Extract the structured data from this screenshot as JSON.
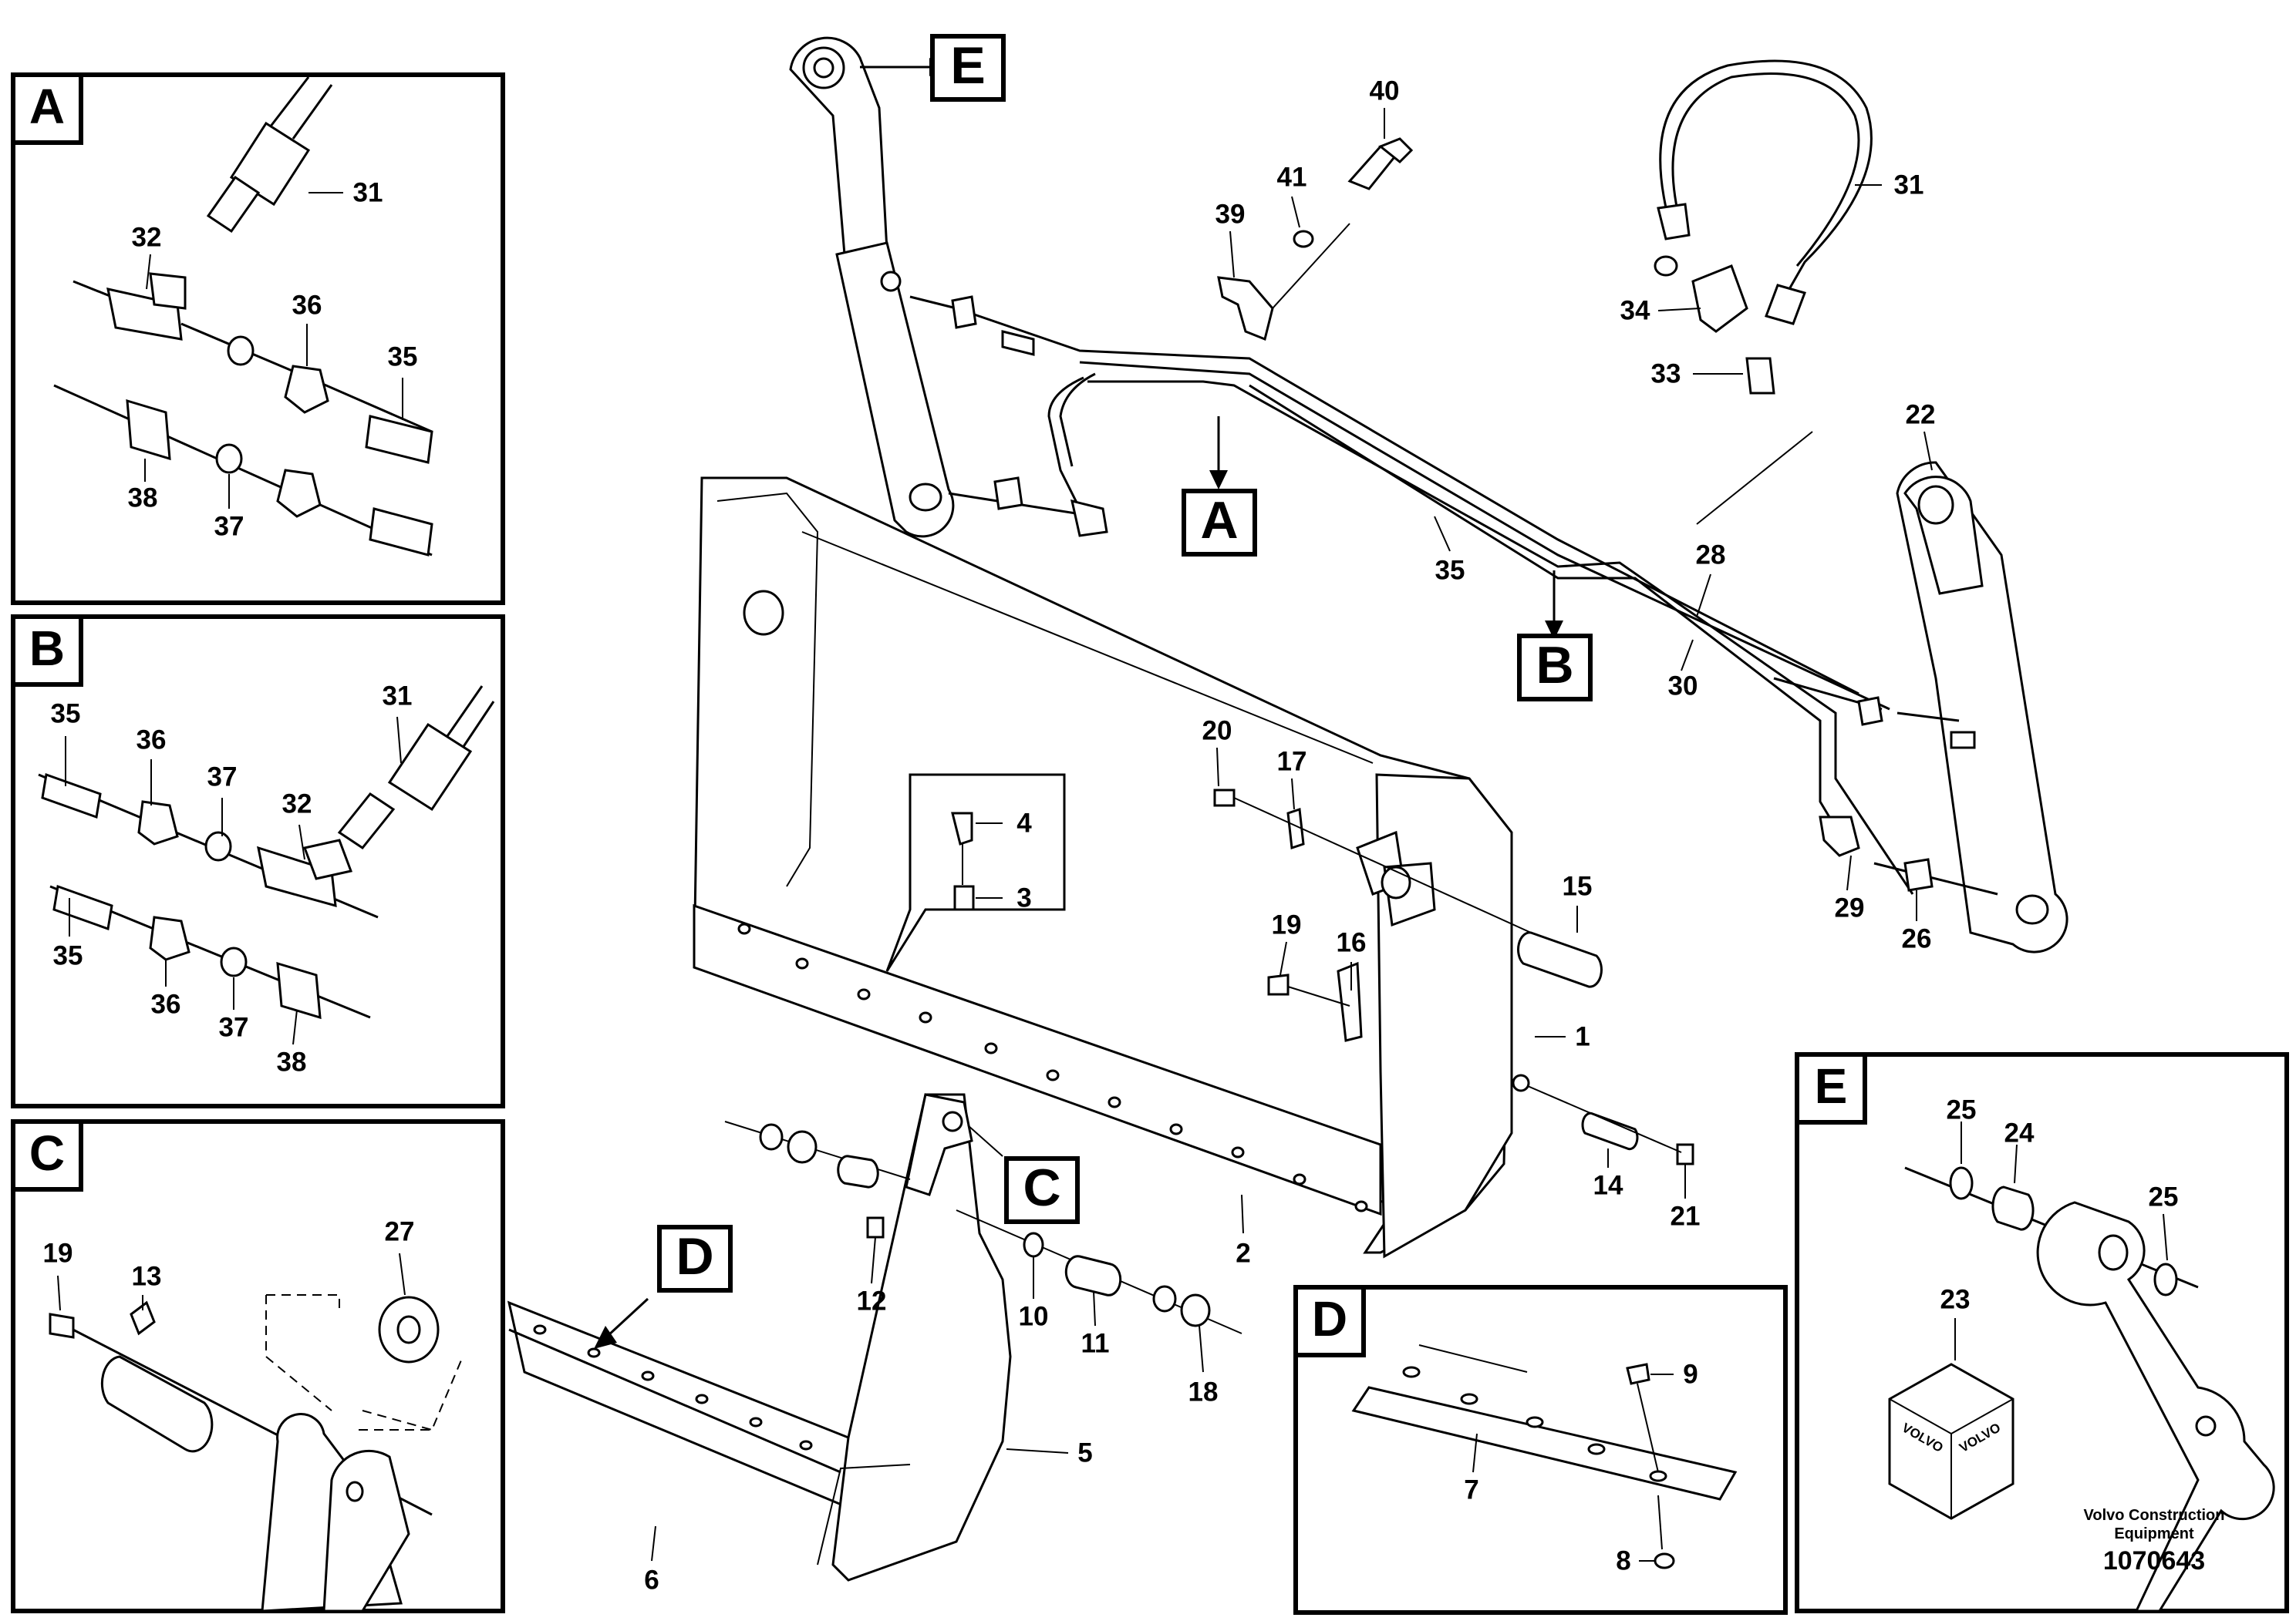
{
  "panels": {
    "A": {
      "letter": "A",
      "labels": [
        "31",
        "32",
        "36",
        "35",
        "38",
        "37"
      ]
    },
    "B": {
      "letter": "B",
      "labels": [
        "35",
        "36",
        "37",
        "31",
        "32",
        "35",
        "36",
        "37",
        "38"
      ]
    },
    "C": {
      "letter": "C",
      "labels": [
        "19",
        "13",
        "27"
      ]
    },
    "D": {
      "letter": "D",
      "labels": [
        "9",
        "7",
        "8"
      ]
    },
    "E": {
      "letter": "E",
      "labels": [
        "25",
        "24",
        "25",
        "23"
      ]
    }
  },
  "callouts": {
    "A": "A",
    "B": "B",
    "C": "C",
    "D": "D",
    "E": "E"
  },
  "main_labels": [
    "40",
    "41",
    "39",
    "31",
    "34",
    "33",
    "22",
    "35",
    "28",
    "30",
    "20",
    "17",
    "4",
    "3",
    "15",
    "19",
    "16",
    "1",
    "29",
    "26",
    "14",
    "21",
    "2",
    "12",
    "10",
    "11",
    "18",
    "5",
    "6"
  ],
  "box_brand": "VOLVO",
  "footer": {
    "company_line1": "Volvo Construction",
    "company_line2": "Equipment",
    "doc_number": "1070643"
  }
}
